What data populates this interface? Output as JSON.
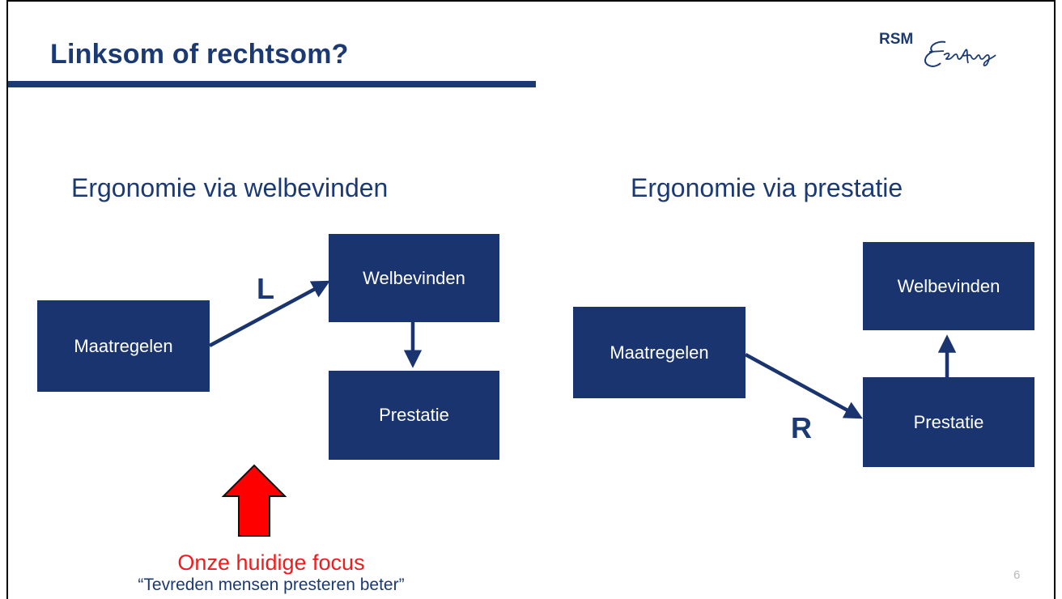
{
  "slide": {
    "title": "Linksom of rechtsom?",
    "page_number": "6",
    "logo": {
      "text": "RSM",
      "signature": "Erasmus"
    }
  },
  "left_diagram": {
    "heading": "Ergonomie via welbevinden",
    "label": "L",
    "box_maatregelen": "Maatregelen",
    "box_welbevinden": "Welbevinden",
    "box_prestatie": "Prestatie"
  },
  "right_diagram": {
    "heading": "Ergonomie via prestatie",
    "label": "R",
    "box_maatregelen": "Maatregelen",
    "box_welbevinden": "Welbevinden",
    "box_prestatie": "Prestatie"
  },
  "focus": {
    "label": "Onze huidige focus",
    "quote": "“Tevreden mensen presteren beter”"
  },
  "colors": {
    "navy": "#1a3470",
    "title": "#1b3a73",
    "accent_red": "#ee1c1c"
  }
}
